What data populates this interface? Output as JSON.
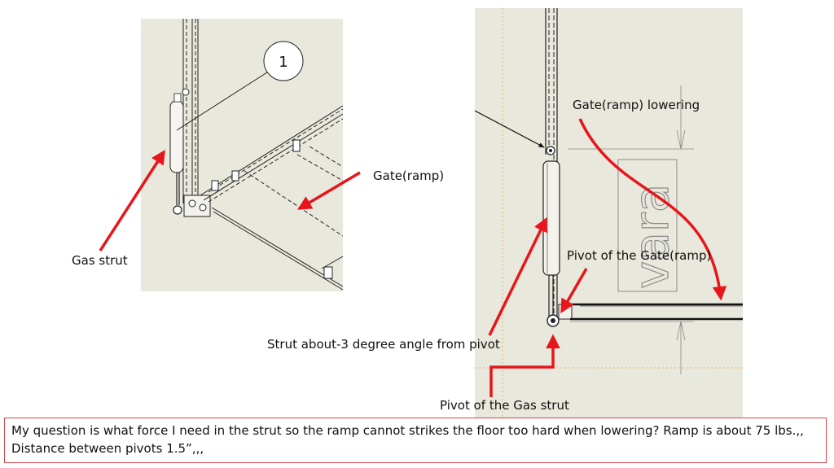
{
  "labels": {
    "callout_number": "1",
    "gate_left": "Gate(ramp)",
    "gas_strut": "Gas strut",
    "gate_lowering": "Gate(ramp) lowering",
    "pivot_gate": "Pivot of the Gate(ramp)",
    "strut_angle": "Strut about-3 degree angle from pivot",
    "pivot_gas": "Pivot of the Gas strut",
    "watermark": "vara"
  },
  "question": {
    "line1": "My question is what force I need in the strut so the ramp cannot strikes the floor too hard when lowering?  Ramp is about 75 lbs.,,",
    "line2": "Distance between pivots 1.5”,,,"
  },
  "colors": {
    "panel_bg": "#e9e8dd",
    "arrow_red": "#e8151a",
    "line_dark": "#1a1a1a",
    "border_red": "#d64545"
  }
}
